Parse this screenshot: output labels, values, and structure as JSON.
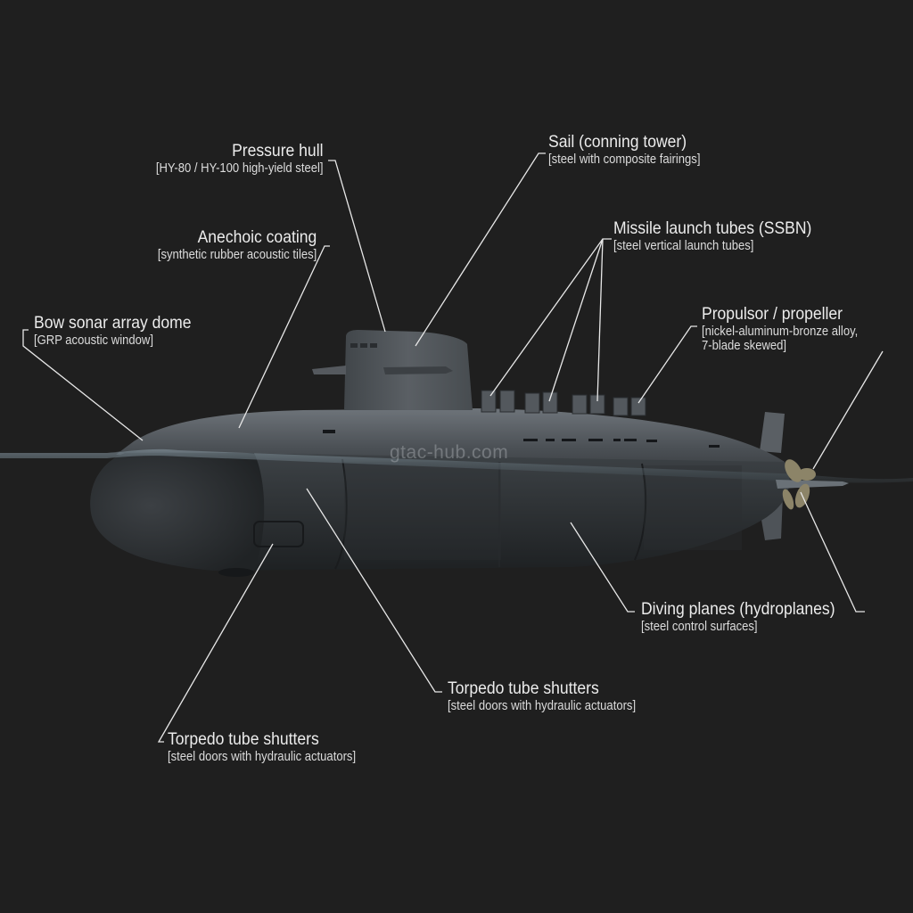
{
  "background_color": "#1f1f1f",
  "watermark": "gtac-hub.com",
  "subject": "SSBN submarine cutaway exterior illustration",
  "labels": [
    {
      "id": "pressure-hull",
      "title": "Pressure hull",
      "sub": "[HY-80 / HY-100 high-yield steel]"
    },
    {
      "id": "sail",
      "title": "Sail (conning tower)",
      "sub": "[steel with composite fairings]"
    },
    {
      "id": "missile-tubes",
      "title": "Missile launch tubes (SSBN)",
      "sub": "[steel vertical launch tubes]"
    },
    {
      "id": "anechoic-coating",
      "title": "Anechoic coating",
      "sub": "[synthetic rubber acoustic tiles]"
    },
    {
      "id": "bow-sonar",
      "title": "Bow sonar array dome",
      "sub": "[GRP acoustic window]"
    },
    {
      "id": "propulsor",
      "title": "Propulsor / propeller",
      "sub": "[nickel-aluminum-bronze alloy,",
      "sub2": "7-blade skewed]"
    },
    {
      "id": "diving-planes",
      "title": "Diving planes (hydroplanes)",
      "sub": "[steel control surfaces]"
    },
    {
      "id": "torpedo-shutters-1",
      "title": "Torpedo tube shutters",
      "sub": "[steel doors with hydraulic actuators]"
    },
    {
      "id": "torpedo-shutters-2",
      "title": "Torpedo tube shutters",
      "sub": "[steel doors  with hydraulic actuators]"
    }
  ],
  "colors": {
    "hull_dark": "#2b2e31",
    "hull_mid": "#4a4f54",
    "hull_light": "#70767c",
    "waterline": "#5d6a72",
    "propeller": "#8c8468",
    "leader_line": "#e8e8e8"
  }
}
